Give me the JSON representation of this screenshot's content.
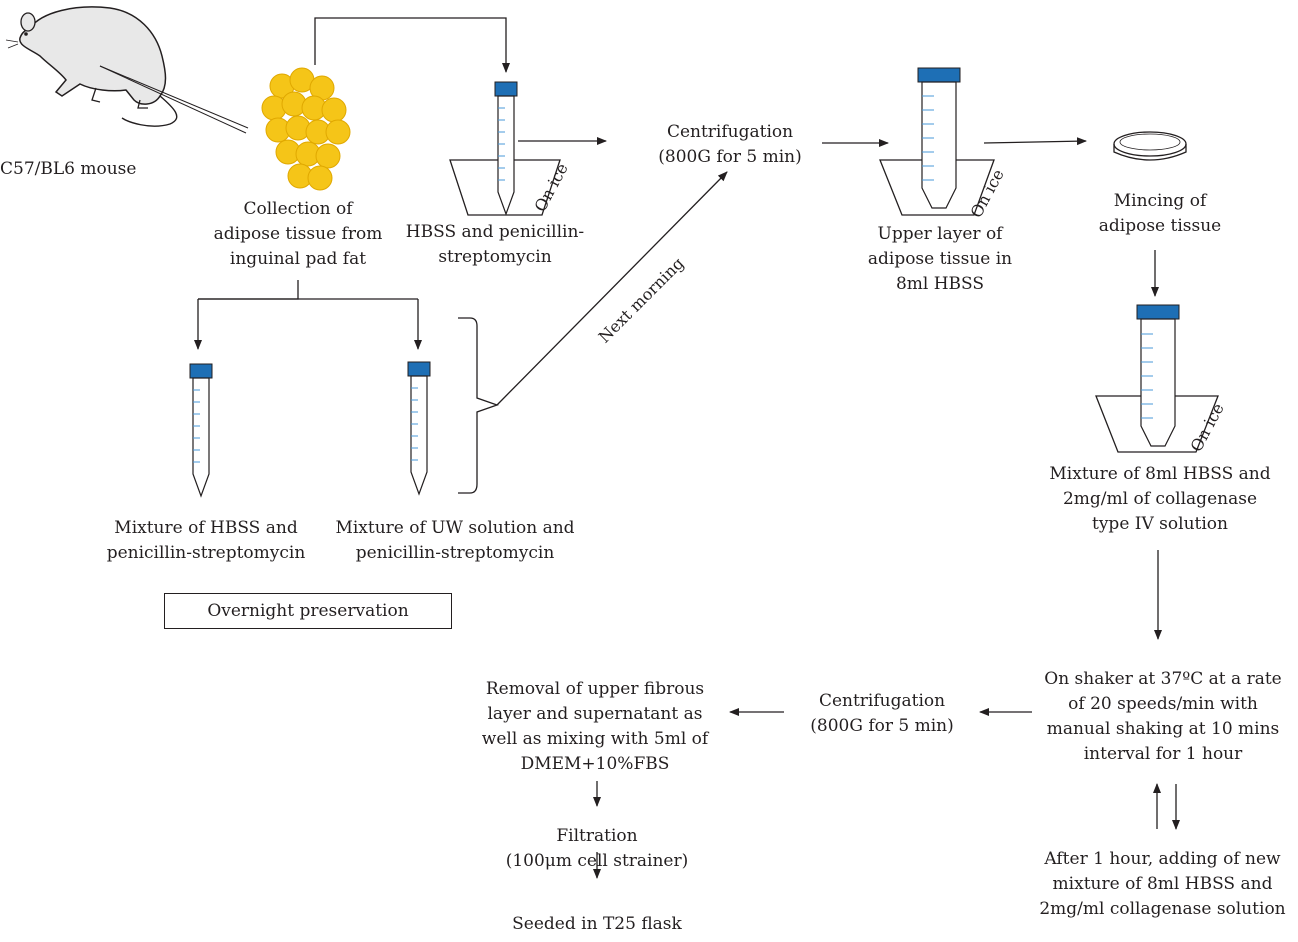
{
  "labels": {
    "mouse": "C57/BL6 mouse",
    "collection": [
      "Collection of",
      "adipose tissue from",
      "inguinal pad fat"
    ],
    "hbss_pen": [
      "HBSS and penicillin-",
      "streptomycin"
    ],
    "centrifugation_1": [
      "Centrifugation",
      "(800G for 5 min)"
    ],
    "upper_layer": [
      "Upper layer of",
      "adipose tissue in",
      "8ml HBSS"
    ],
    "mincing": [
      "Mincing of",
      "adipose tissue"
    ],
    "mixture_hbss_pen": [
      "Mixture of HBSS and",
      "penicillin-streptomycin"
    ],
    "mixture_uw": [
      "Mixture of UW solution and",
      "penicillin-streptomycin"
    ],
    "overnight": "Overnight preservation",
    "next_morning": "Next morning",
    "mixture_collagenase": [
      "Mixture of 8ml HBSS and",
      "2mg/ml of collagenase",
      "type IV solution"
    ],
    "shaker": [
      "On shaker at 37ºC at a rate",
      "of 20 speeds/min with",
      "manual shaking at 10 mins",
      "interval for 1 hour"
    ],
    "centrifugation_2": [
      "Centrifugation",
      "(800G for 5 min)"
    ],
    "removal": [
      "Removal of upper fibrous",
      "layer and supernatant as",
      "well as mixing with 5ml of",
      "DMEM+10%FBS"
    ],
    "after_hour": [
      "After 1 hour, adding of new",
      "mixture of 8ml HBSS and",
      "2mg/ml collagenase solution"
    ],
    "filtration": [
      "Filtration",
      "(100μm cell strainer)"
    ],
    "seeded": "Seeded in T25 flask",
    "on_ice": "On ice"
  },
  "colors": {
    "line": "#231f20",
    "tube_cap": "#1e6fb5",
    "tube_marks": "#4a9ad8",
    "fat": "#f5c518",
    "fat_edge": "#e0a800",
    "mouse_fill": "#e8e8e8"
  }
}
